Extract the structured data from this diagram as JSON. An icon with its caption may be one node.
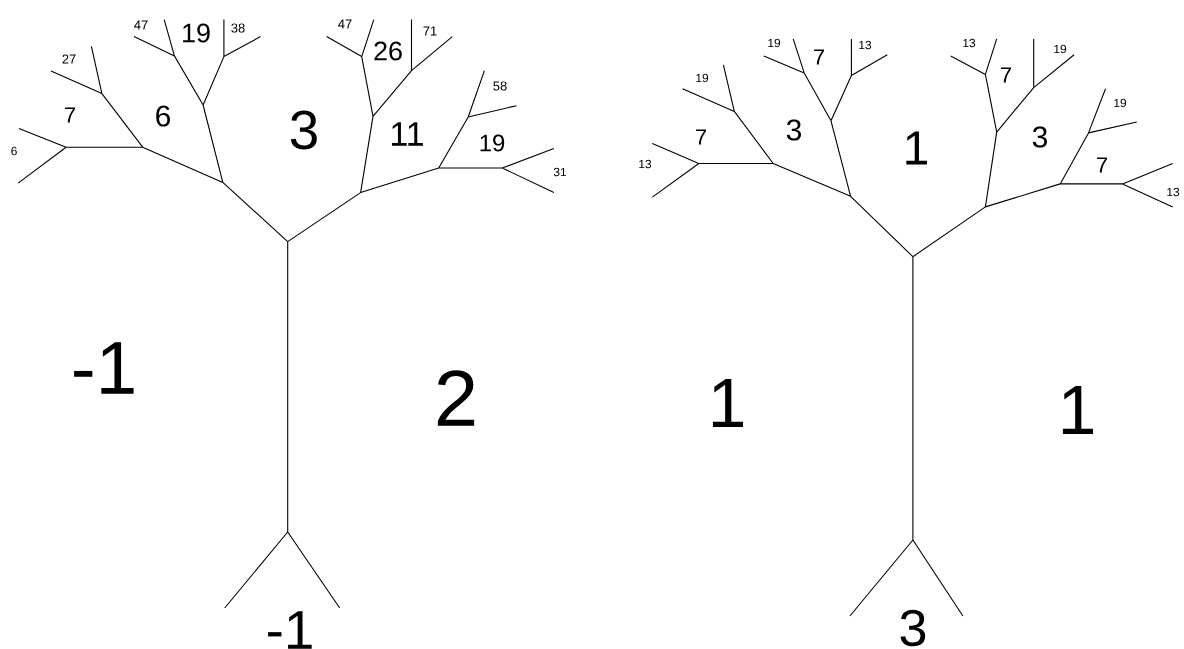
{
  "diagram": {
    "labels": [
      "47",
      "19",
      "38",
      "47",
      "26",
      "71",
      "27",
      "58",
      "7",
      "6",
      "3",
      "11",
      "19",
      "6",
      "31",
      "-1",
      "2",
      "-1",
      "19",
      "7",
      "13",
      "13",
      "19",
      "19",
      "7",
      "19",
      "7",
      "3",
      "1",
      "3",
      "13",
      "7",
      "13",
      "1",
      "1",
      "3"
    ]
  }
}
